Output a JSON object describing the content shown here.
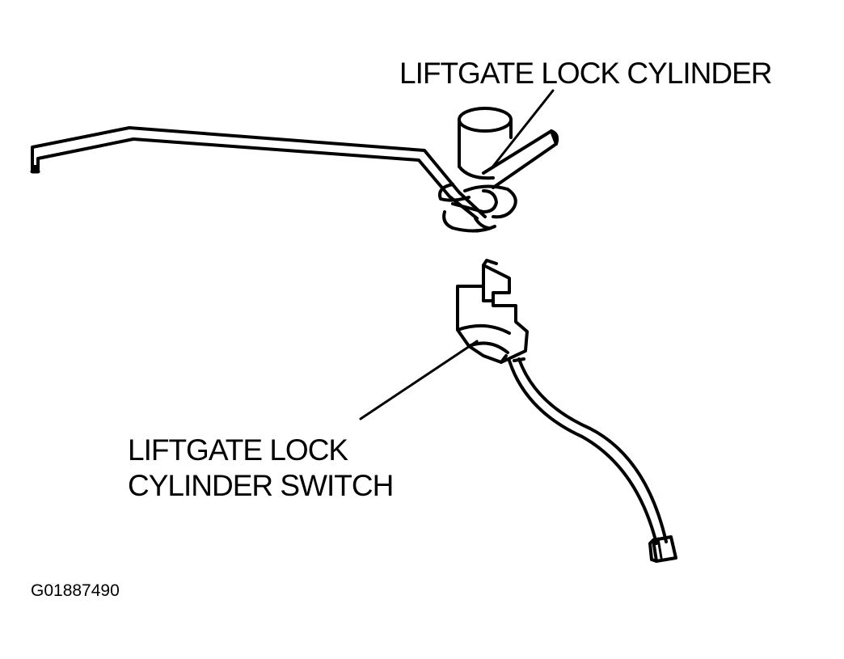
{
  "labels": {
    "lock_cylinder": "LIFTGATE LOCK CYLINDER",
    "lock_cylinder_switch_line1": "LIFTGATE LOCK",
    "lock_cylinder_switch_line2": "CYLINDER SWITCH"
  },
  "figure_id": "G01887490",
  "colors": {
    "ink": "#000000",
    "paper": "#ffffff"
  }
}
